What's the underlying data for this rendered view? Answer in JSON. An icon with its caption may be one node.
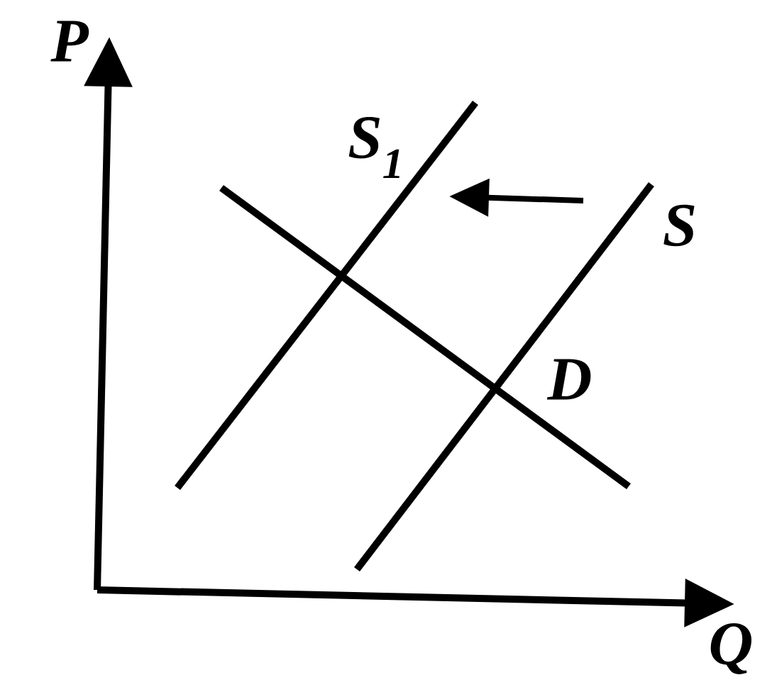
{
  "diagram": {
    "labels": [
      "P",
      "S$_{1}$",
      "S",
      "D",
      "Q"
    ]
  }
}
